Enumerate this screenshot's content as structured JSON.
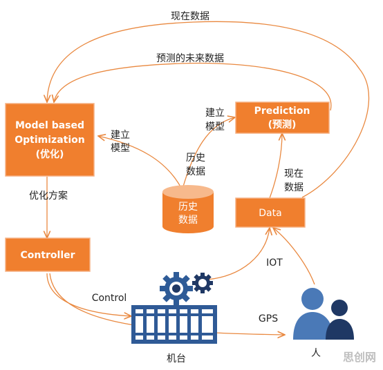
{
  "colors": {
    "box_fill": "#F07F2E",
    "box_border": "#F5B183",
    "arrow": "#E9883F",
    "person_light": "#4A79B7",
    "person_dark": "#1F3864",
    "gear": "#2E5B97",
    "conveyor": "#2F5A96",
    "cylinder": "#F07F2E",
    "watermark": "#BFBFBF"
  },
  "boxes": {
    "optimization": {
      "line1": "Model based",
      "line2": "Optimization",
      "line3": "(优化)"
    },
    "prediction": {
      "line1": "Prediction",
      "line2": "(预测)"
    },
    "controller": {
      "label": "Controller"
    },
    "data": {
      "label": "Data"
    },
    "history_db": {
      "line1": "历史",
      "line2": "数据"
    }
  },
  "labels": {
    "current_data_top": "现在数据",
    "predicted_future": "预测的未来数据",
    "build_model_left_1": "建立",
    "build_model_left_2": "模型",
    "build_model_right_1": "建立",
    "build_model_right_2": "模型",
    "history_data_1": "历史",
    "history_data_2": "数据",
    "current_data_right_1": "现在",
    "current_data_right_2": "数据",
    "optimization_plan": "优化方案",
    "iot": "IOT",
    "control": "Control",
    "gps": "GPS",
    "machine": "机台",
    "person": "人"
  },
  "icons": {
    "machine": "gear-conveyor-icon",
    "person": "people-icon",
    "database": "database-cylinder-icon"
  },
  "watermark": "思创网"
}
